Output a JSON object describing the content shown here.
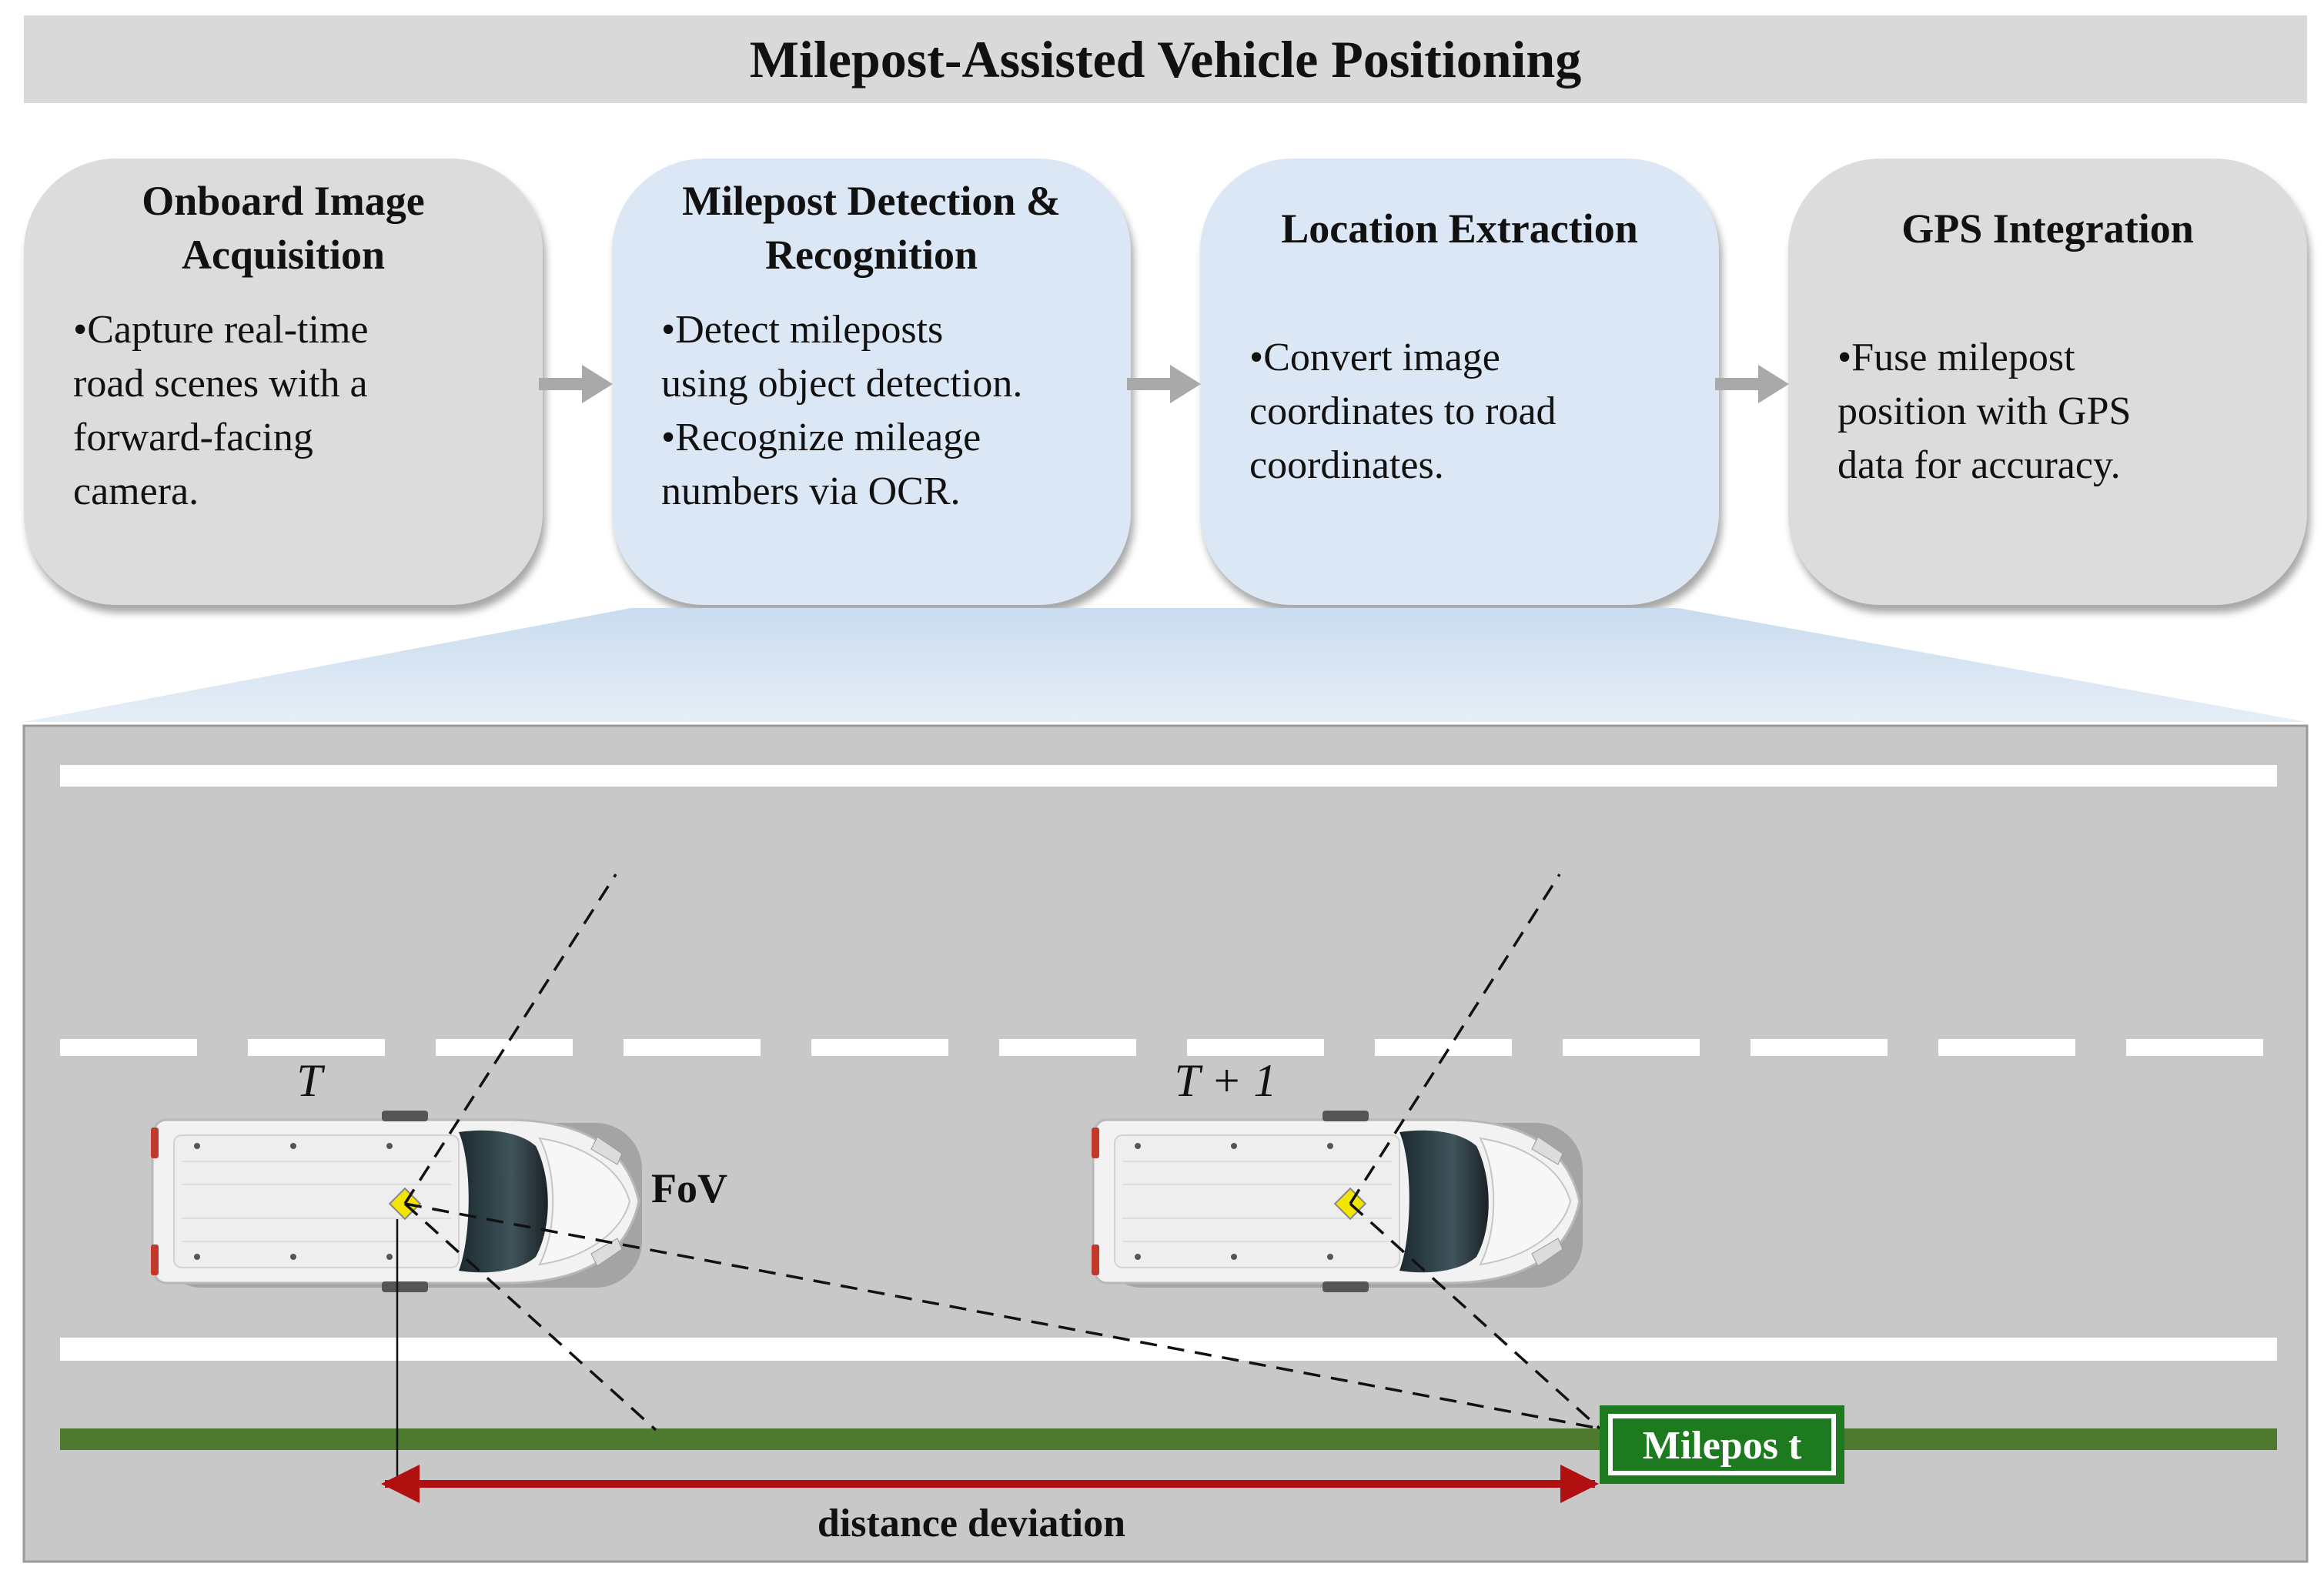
{
  "title": "Milepost-Assisted Vehicle Positioning",
  "stages": [
    {
      "title": "Onboard Image\nAcquisition",
      "bullets": [
        "•Capture real-time\nroad scenes with a\nforward-facing\ncamera."
      ],
      "color": "#dcdcdc"
    },
    {
      "title": "Milepost Detection &\nRecognition",
      "bullets": [
        "•Detect mileposts\nusing object detection.",
        "•Recognize mileage\nnumbers via OCR."
      ],
      "color": "#dbe7f4"
    },
    {
      "title": "Location Extraction",
      "bullets": [
        "•Convert image\ncoordinates to road\ncoordinates."
      ],
      "color": "#dbe7f4"
    },
    {
      "title": "GPS Integration",
      "bullets": [
        "•Fuse milepost\nposition with GPS\ndata for accuracy."
      ],
      "color": "#dcdcdc"
    }
  ],
  "scene": {
    "label_t": "T",
    "label_t1": "T + 1",
    "fov_label": "FoV",
    "milepost_label": "Milepos t",
    "distance_label": "distance deviation"
  },
  "colors": {
    "road": "#c8c8c8",
    "milepost_green": "#1e7a1e",
    "grass_line": "#4e7a30",
    "deviation_red": "#b01010",
    "camera_yellow": "#f2e600",
    "arrow_gray": "#a9a9a9"
  }
}
